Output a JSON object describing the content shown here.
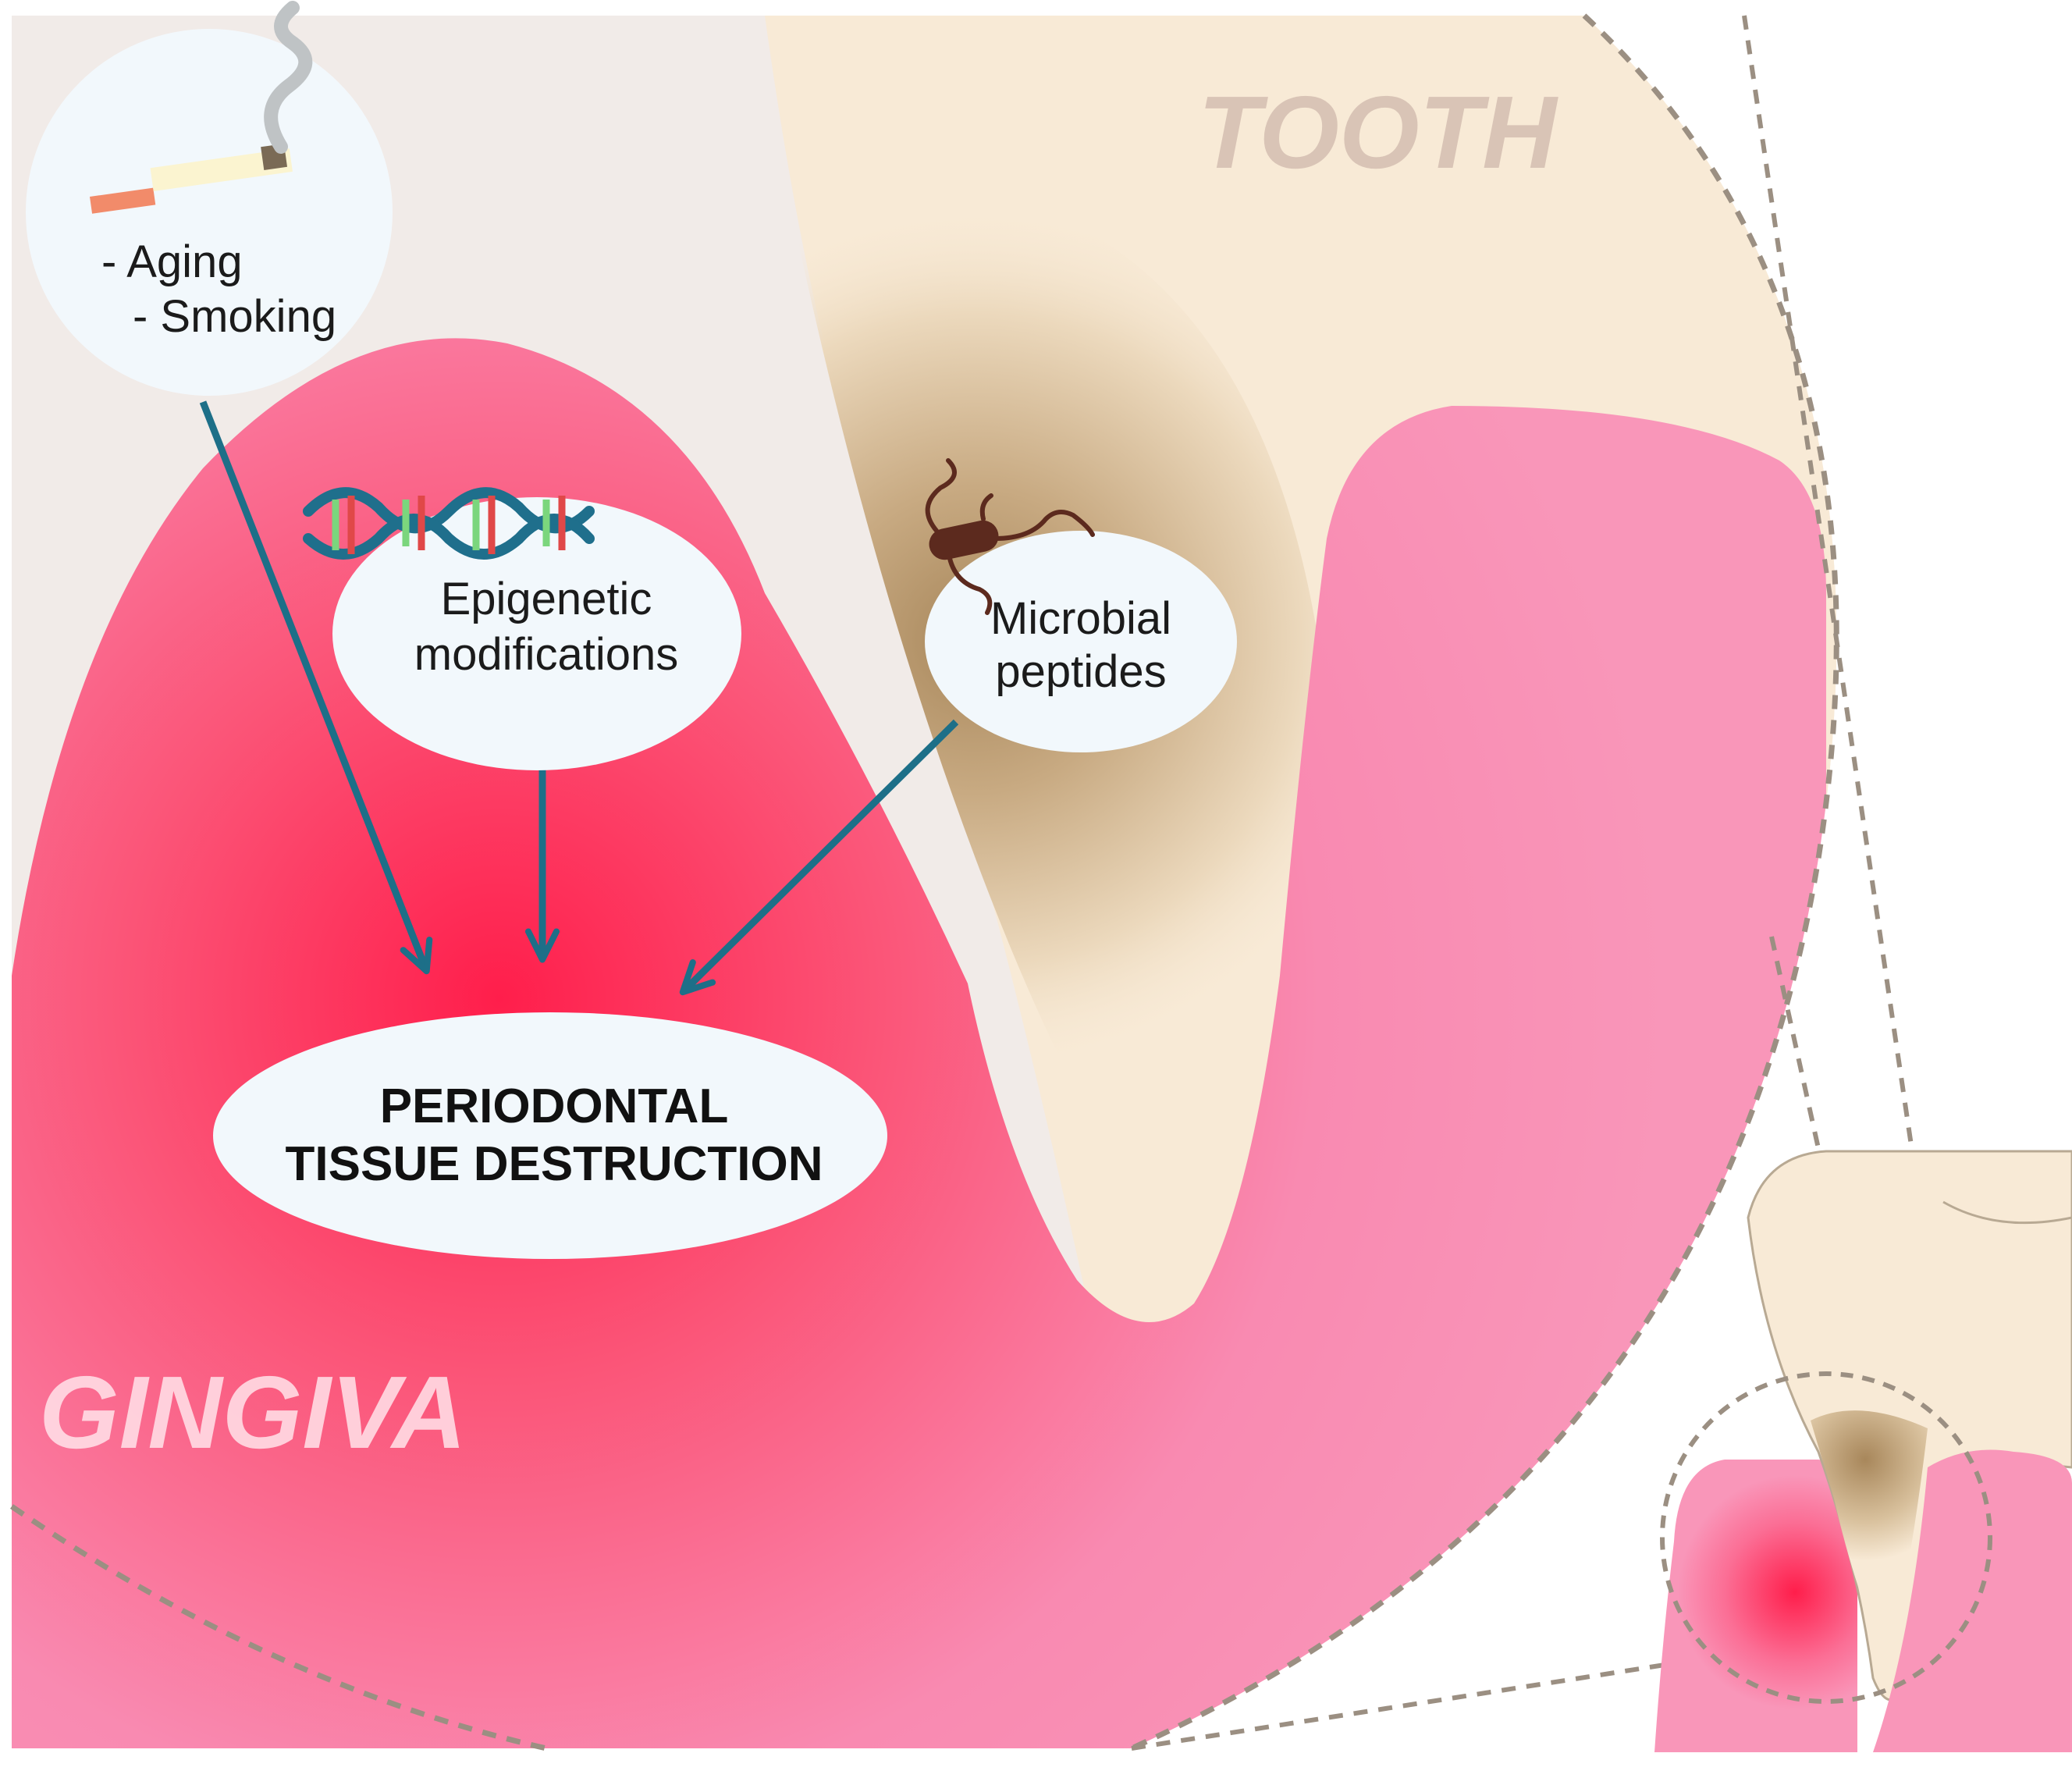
{
  "labels": {
    "tooth": "TOOTH",
    "gingiva": "GINGIVA"
  },
  "bubbles": {
    "risk_factors": {
      "line1": "- Aging",
      "line2": "- Smoking",
      "icons": [
        "cigarette-icon",
        "smoke-icon"
      ]
    },
    "epigenetic": {
      "line1": "Epigenetic",
      "line2": "modifications",
      "icons": [
        "dna-icon"
      ]
    },
    "microbial": {
      "line1": "Microbial",
      "line2": "peptides",
      "icons": [
        "bacterium-icon"
      ]
    }
  },
  "outcome": {
    "line1": "PERIODONTAL",
    "line2": "TISSUE DESTRUCTION"
  },
  "colors": {
    "background": "#f1ebe8",
    "tooth": "#f8ead6",
    "tooth_label": "#d9c4b6",
    "gingiva_light": "#f996b9",
    "gingiva_inflamed": "#ff1e4b",
    "arrow": "#1d6f88",
    "bubble": "#f2f8fc",
    "dashed_outline": "#9b8f82"
  }
}
